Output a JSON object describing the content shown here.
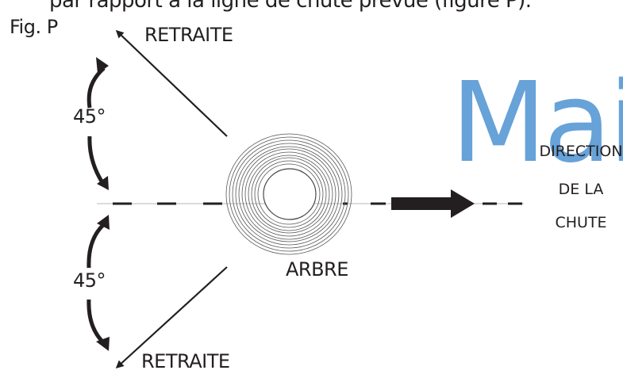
{
  "header": {
    "partial_text": "par rapport à la ligne de chute prévue (figure P)."
  },
  "figure": {
    "label": "Fig. P",
    "retreat_top": "RETRAITE",
    "retreat_bottom": "RETRAITE",
    "angle_top": "45°",
    "angle_bottom": "45°",
    "tree": "ARBRE",
    "direction": [
      "DIRECTION",
      "DE LA",
      "CHUTE"
    ]
  },
  "watermark": "Mai",
  "colors": {
    "ink": "#231f20",
    "watermark": "#5b9bd5"
  }
}
